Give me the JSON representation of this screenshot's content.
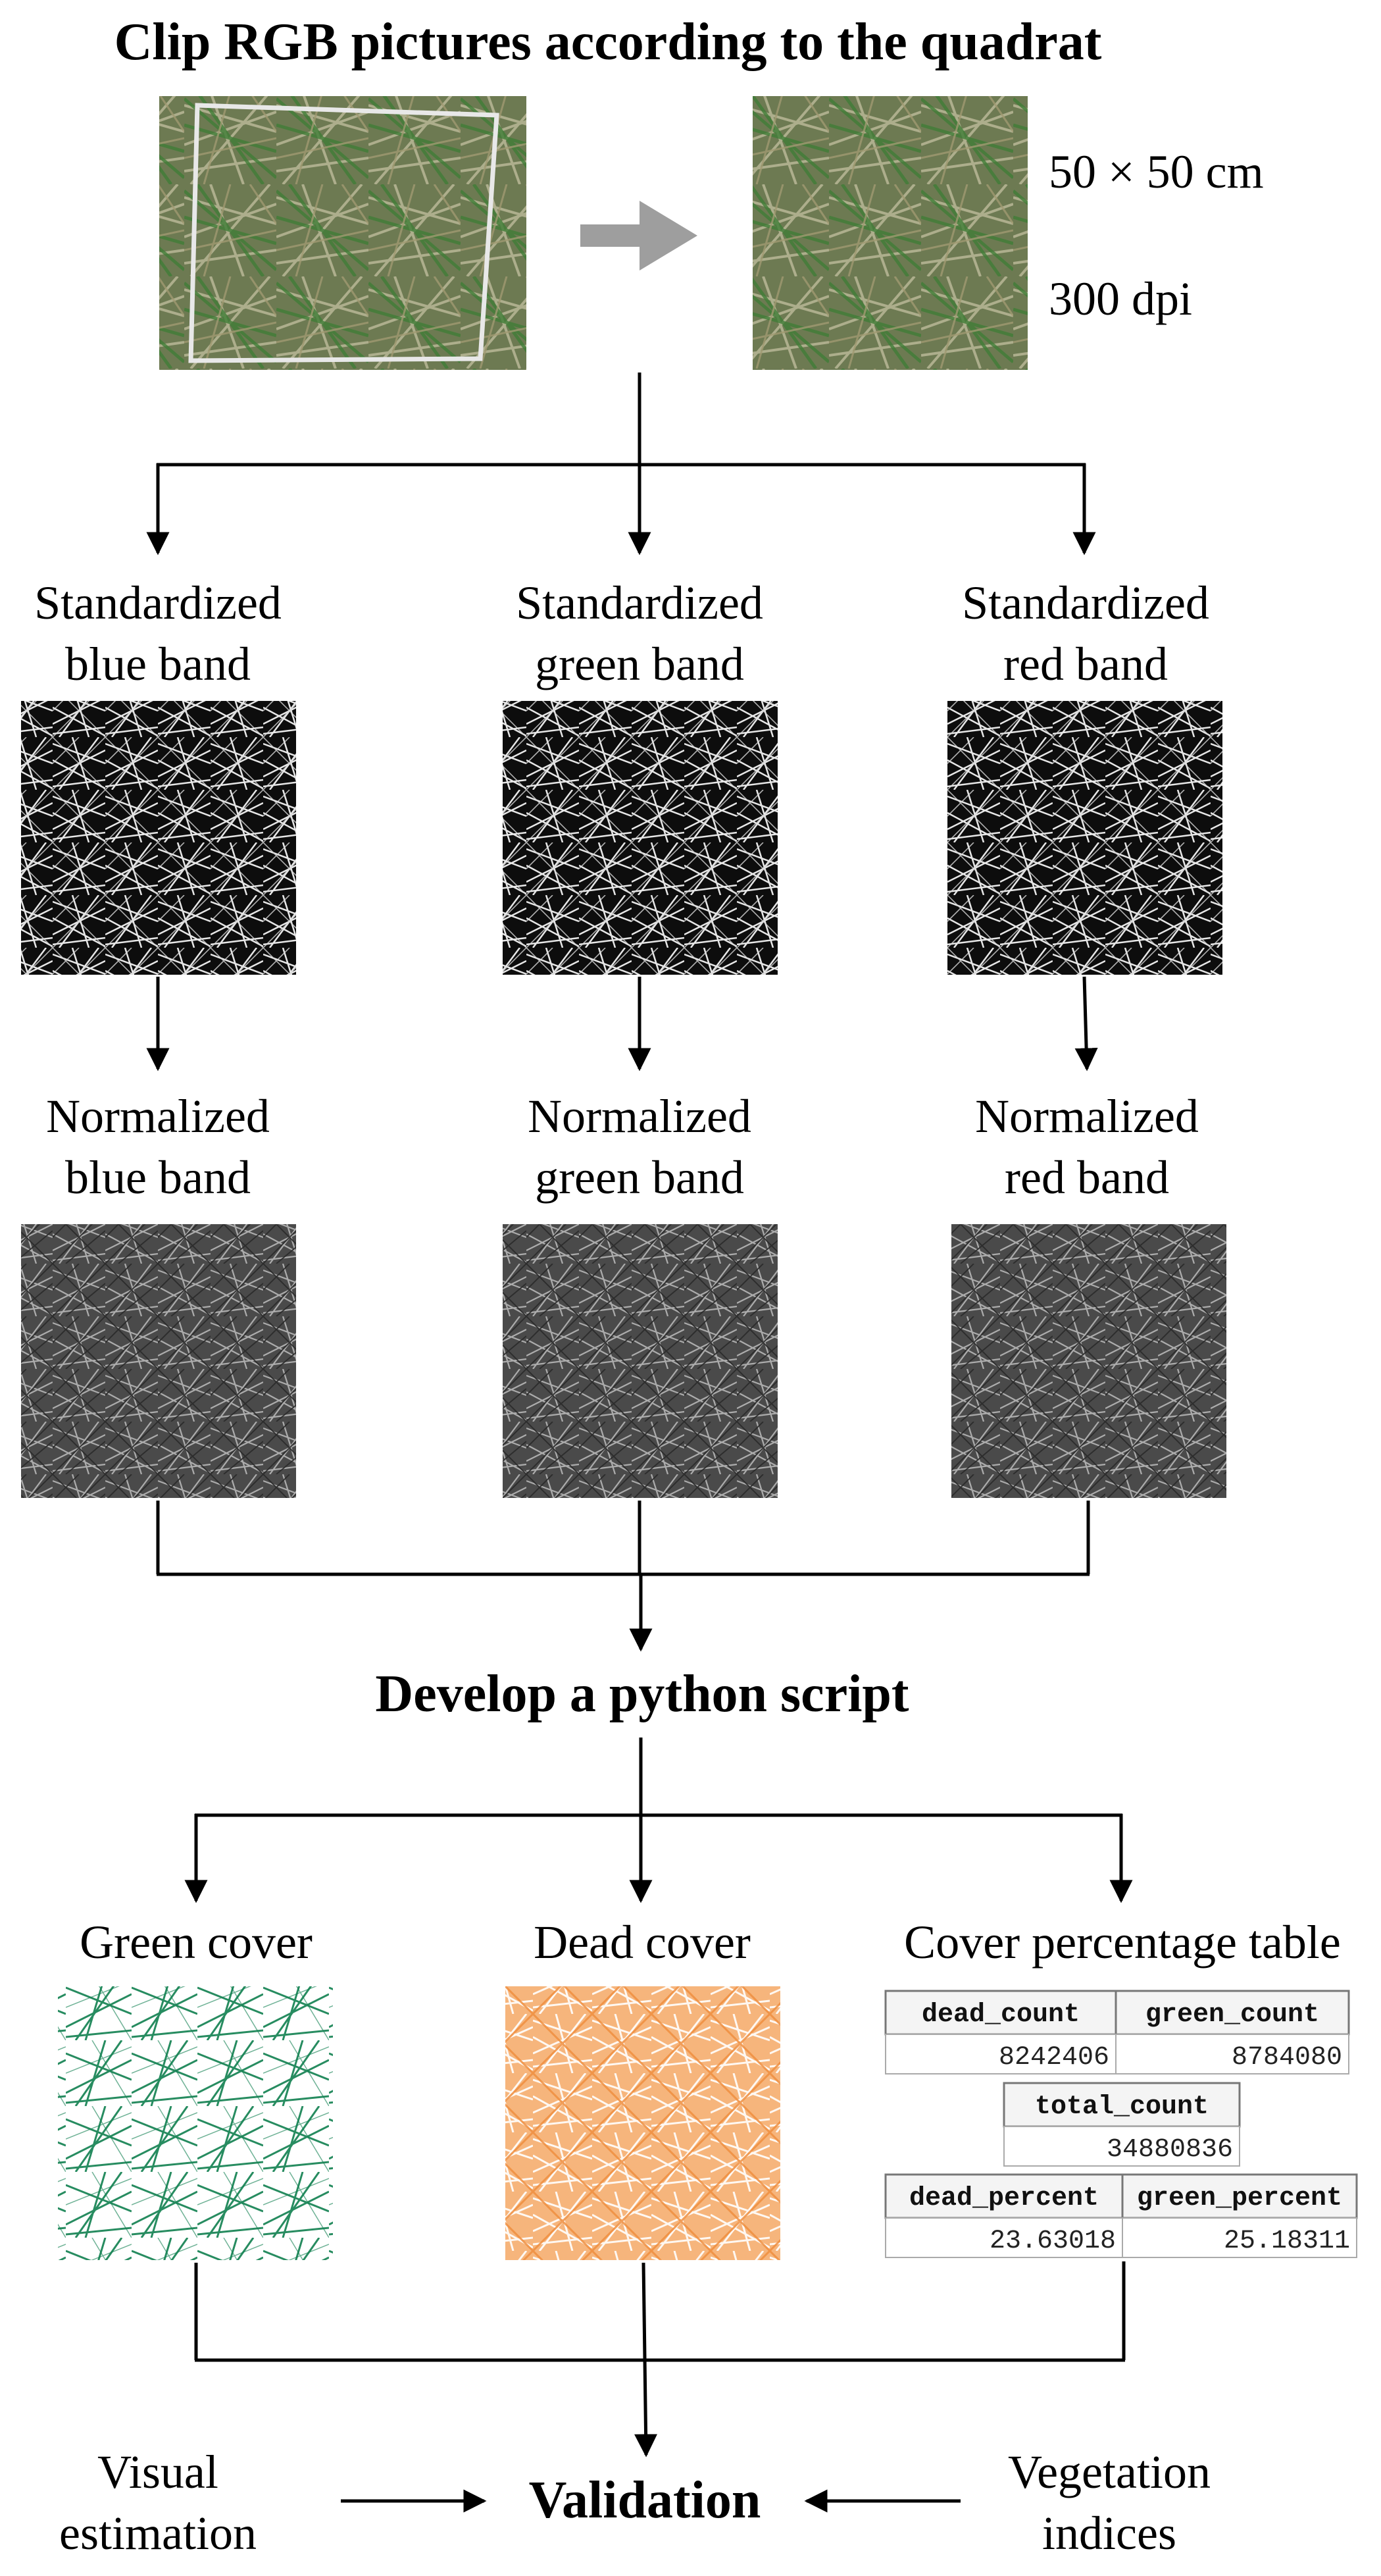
{
  "title": "Clip RGB pictures according to the quadrat",
  "clip_info": {
    "size": "50 × 50 cm",
    "resolution": "300 dpi"
  },
  "standardized": {
    "blue": [
      "Standardized",
      "blue band"
    ],
    "green": [
      "Standardized",
      "green band"
    ],
    "red": [
      "Standardized",
      "red band"
    ]
  },
  "normalized": {
    "blue": [
      "Normalized",
      "blue band"
    ],
    "green": [
      "Normalized",
      "green band"
    ],
    "red": [
      "Normalized",
      "red band"
    ]
  },
  "script_step": "Develop a python script",
  "outputs": {
    "green_cover": "Green cover",
    "dead_cover": "Dead cover",
    "table_title": "Cover percentage table"
  },
  "cover_table": {
    "row1": {
      "headers": [
        "dead_count",
        "green_count"
      ],
      "values": [
        "8242406",
        "8784080"
      ]
    },
    "row2": {
      "headers": [
        "total_count"
      ],
      "values": [
        "34880836"
      ]
    },
    "row3": {
      "headers": [
        "dead_percent",
        "green_percent"
      ],
      "values": [
        "23.63018",
        "25.18311"
      ]
    }
  },
  "validation": {
    "center": "Validation",
    "left": [
      "Visual",
      "estimation"
    ],
    "right": [
      "Vegetation",
      "indices"
    ]
  },
  "colors": {
    "green_cover": "#0f7f4f",
    "dead_cover": "#f0974a",
    "arrow_gray": "#9e9e9e"
  }
}
